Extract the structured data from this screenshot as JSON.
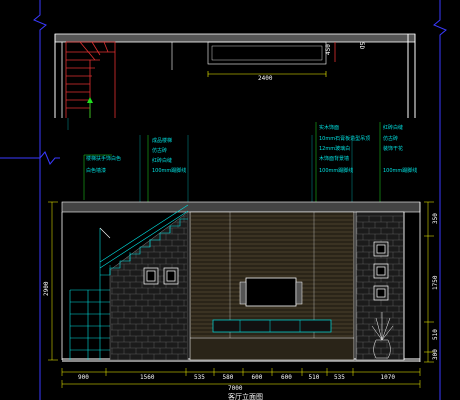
{
  "plan_view": {
    "dimension_width": "2400",
    "dimension_height": "450",
    "marker": "5D"
  },
  "elevation": {
    "height_left": "2900",
    "height_right_top": "350",
    "height_right_mid": "1750",
    "height_right_low": "510",
    "height_right_base": "300",
    "bottom_dims": [
      "900",
      "1560",
      "535",
      "580",
      "600",
      "600",
      "510",
      "535",
      "1070"
    ],
    "total_width": "7000"
  },
  "annotations": {
    "group_a": [
      "楼梯扶手饰白色",
      "白色墙漆"
    ],
    "group_b": [
      "成品楼梯",
      "仿古砖",
      "红砖白缝",
      "100mm踢脚线"
    ],
    "group_c": [
      "实木饰面",
      "10mm石膏板造型吊顶",
      "12mm玻璃白",
      "木饰面背景墙",
      "100mm踢脚线"
    ],
    "group_d": [
      "红砖白缝",
      "仿古砖",
      "装饰干花",
      "100mm踢脚线"
    ]
  },
  "title": "客厅立面图",
  "colors": {
    "background": "#000000",
    "wall": "#ffffff",
    "stairs_plan": "#e03030",
    "cyan": "#00e0e0",
    "green": "#20e020",
    "blue": "#2a2aa0",
    "yellow": "#e0e020"
  }
}
